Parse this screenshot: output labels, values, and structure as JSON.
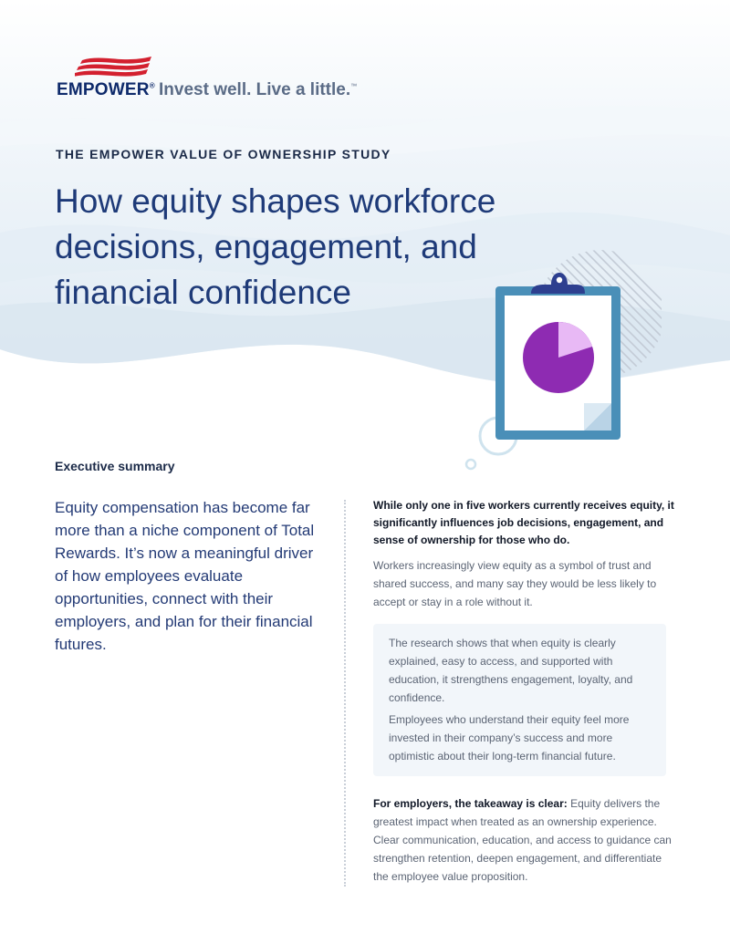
{
  "brand": {
    "name": "EMPOWER",
    "registered_mark": "®",
    "tagline": "Invest well. Live a little.",
    "trademark": "™",
    "colors": {
      "navy": "#0e2a6b",
      "flag_red": "#d3202f",
      "title_blue": "#1e3a78"
    }
  },
  "header": {
    "eyebrow": "THE EMPOWER VALUE OF OWNERSHIP STUDY",
    "title": "How equity shapes workforce decisions, engagement, and financial confidence"
  },
  "illustration": {
    "icon": "clipboard-pie-chart-icon",
    "pie_chart": {
      "highlight_fraction": 0.2,
      "colors": {
        "main": "#8e2bb2",
        "slice": "#e8b9f5"
      }
    }
  },
  "summary": {
    "label": "Executive summary",
    "lede": "Equity compensation has become far more than a niche component of Total Rewards. It’s now a meaningful driver of how employees evaluate opportunities, connect with their employers, and plan for their financial futures.",
    "intro_bold": "While only one in five workers currently receives equity, it significantly influences job decisions, engagement, and sense of ownership for those who do.",
    "intro_paragraph": "Workers increasingly view equity as a symbol of trust and shared success, and many say they would be less likely to accept or stay in a role without it.",
    "callout": {
      "paragraph_1": "The research shows that when equity is clearly explained, easy to access, and supported with education, it strengthens engagement, loyalty, and confidence.",
      "paragraph_2": "Employees who understand their equity feel more invested in their company’s success and more optimistic about their long-term financial future."
    },
    "takeaway": {
      "lead": "For employers, the takeaway is clear:",
      "body": " Equity delivers the greatest impact when treated as an ownership experience. Clear communication, education, and access to guidance can strengthen retention, deepen engagement, and differentiate the employee value proposition."
    }
  }
}
